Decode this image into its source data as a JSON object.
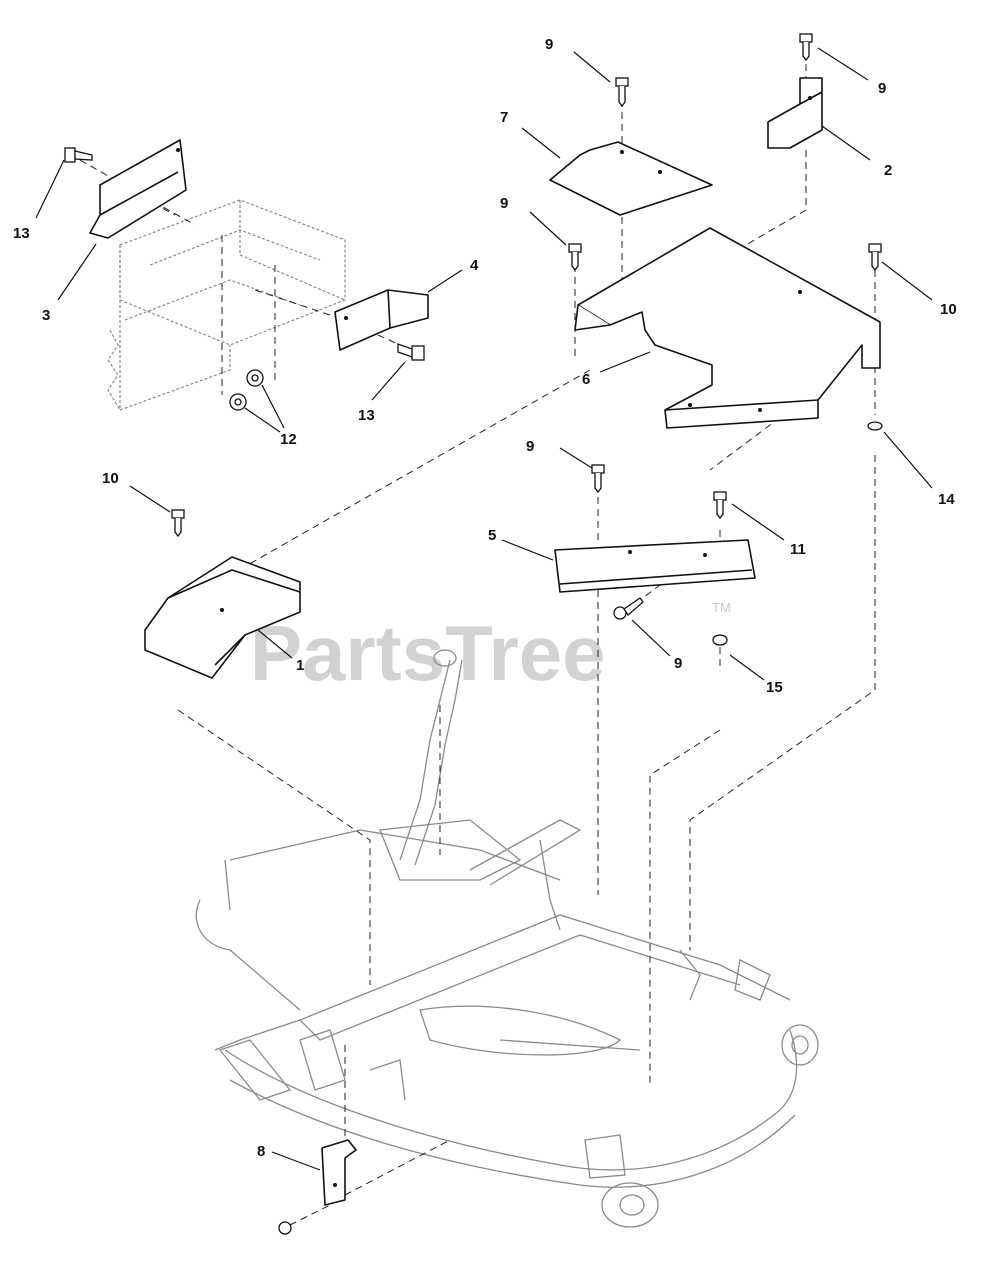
{
  "watermark": {
    "text": "PartsTree",
    "trademark": "TM"
  },
  "callouts": [
    "9",
    "9",
    "7",
    "2",
    "13",
    "9",
    "3",
    "4",
    "10",
    "6",
    "13",
    "12",
    "9",
    "14",
    "10",
    "11",
    "5",
    "1",
    "9",
    "15",
    "8"
  ]
}
